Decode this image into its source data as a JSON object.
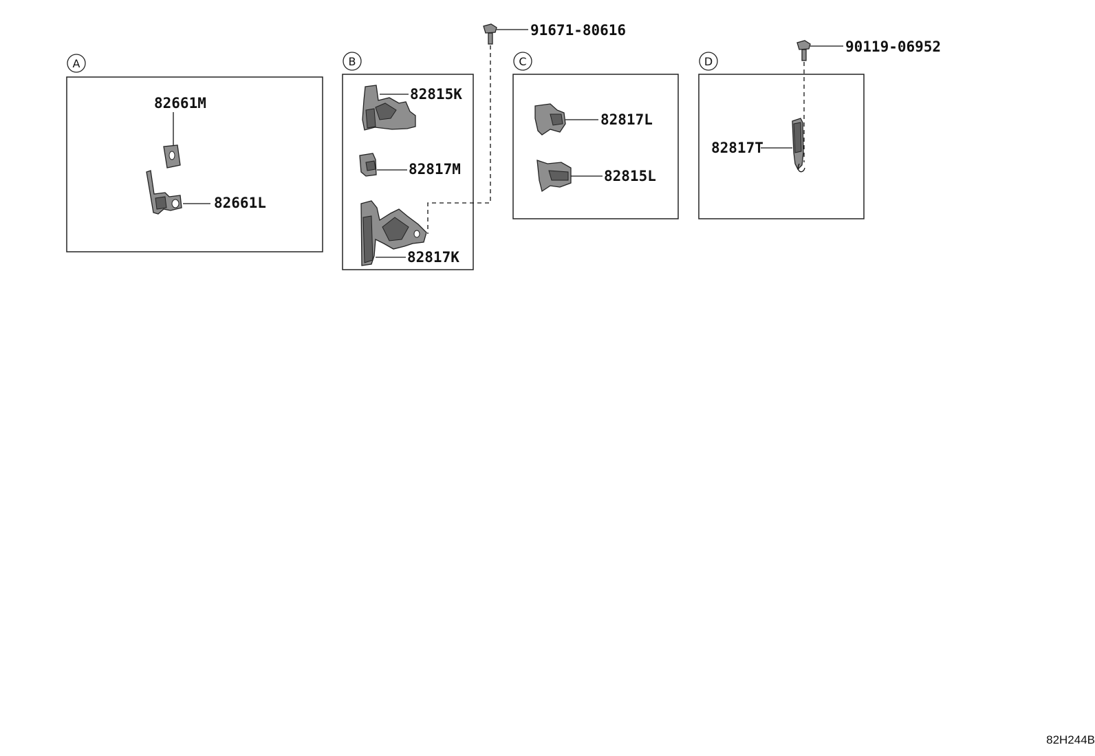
{
  "groups": {
    "a": {
      "letter": "A",
      "parts": {
        "p1": "82661M",
        "p2": "82661L"
      }
    },
    "b": {
      "letter": "B",
      "parts": {
        "p1": "82815K",
        "p2": "82817M",
        "p3": "82817K"
      }
    },
    "c": {
      "letter": "C",
      "parts": {
        "p1": "82817L",
        "p2": "82815L"
      }
    },
    "d": {
      "letter": "D",
      "parts": {
        "p1": "82817T"
      }
    }
  },
  "bolts": {
    "b1": "91671-80616",
    "b2": "90119-06952"
  },
  "figure_code": "82H244B"
}
